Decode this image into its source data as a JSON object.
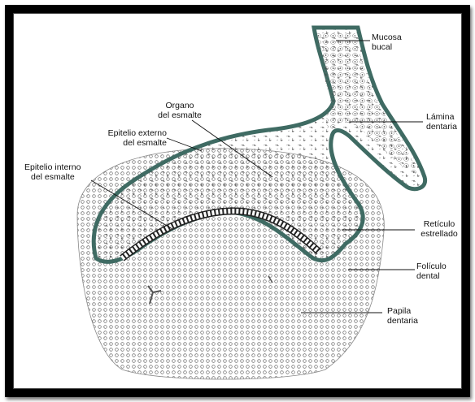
{
  "labels": {
    "mucosa_bucal": [
      "Mucosa",
      "bucal"
    ],
    "lamina_dentaria": [
      "Lámina",
      "dentaria"
    ],
    "organo_esmalte": [
      "Organo",
      "del esmalte"
    ],
    "epitelio_externo": [
      "Epitelio externo",
      "del esmalte"
    ],
    "epitelio_interno": [
      "Epitelio interno",
      "del esmalte"
    ],
    "reticulo_estrellado": [
      "Retículo",
      "estrellado"
    ],
    "foliculo_dental": [
      "Folículo",
      "dental"
    ],
    "papila_dentaria": [
      "Papila",
      "dentaria"
    ]
  },
  "colors": {
    "epithelium": "#3f6b63",
    "ink": "#111111",
    "frame": "#000000"
  }
}
